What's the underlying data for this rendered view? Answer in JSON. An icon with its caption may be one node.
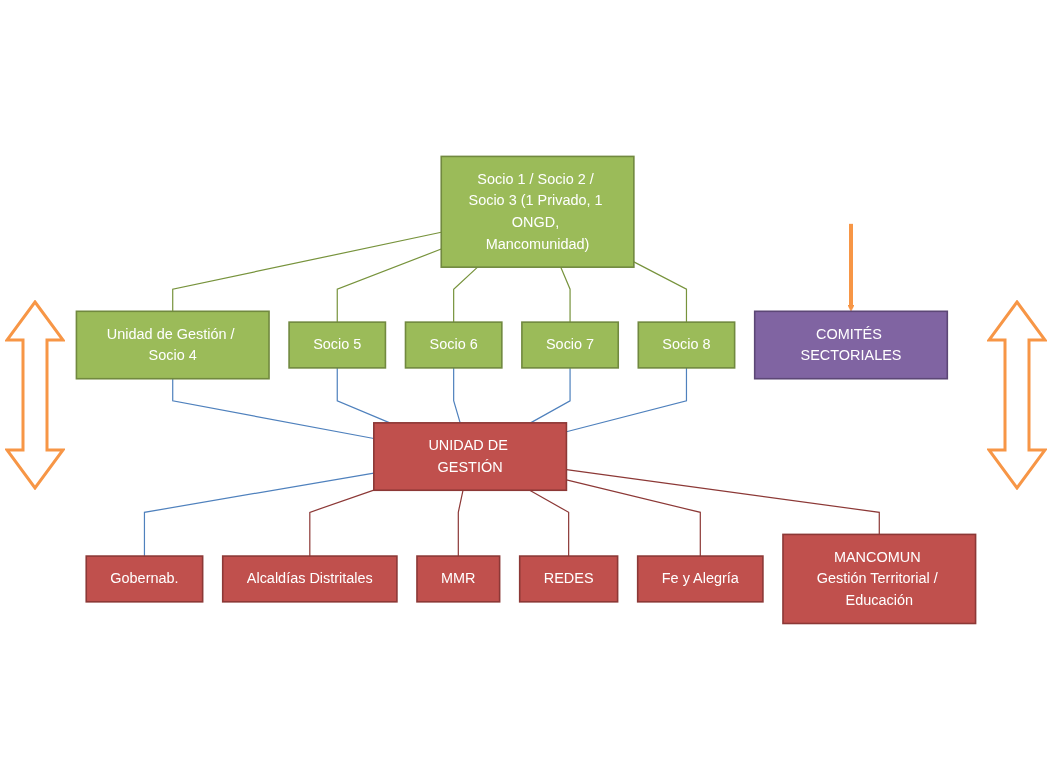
{
  "diagram": {
    "nodes": [
      {
        "text": [
          "Socio 1 / Socio 2 / Socio 3 (1 Privado, 1 ONGD, Mancomunidad)"
        ]
      },
      {
        "text": [
          "Unidad de Gestión / Socio 4"
        ]
      },
      {
        "text": [
          "Socio 5"
        ]
      },
      {
        "text": [
          "Socio 6"
        ]
      },
      {
        "text": [
          "Socio 7"
        ]
      },
      {
        "text": [
          "Socio 8"
        ]
      },
      {
        "text": [
          "UNIDAD DE GESTIÓN"
        ]
      },
      {
        "text": [
          "Gobernab."
        ]
      },
      {
        "text": [
          "Alcaldías Distritales"
        ]
      },
      {
        "text": [
          "MMR"
        ]
      },
      {
        "text": [
          "REDES"
        ]
      },
      {
        "text": [
          "Fe y Alegría"
        ]
      },
      {
        "text": [
          "MANCOMUN Gestión Territorial / Educación"
        ]
      },
      {
        "text": [
          "COMITÉS SECTORIALES"
        ]
      }
    ],
    "edges": [
      {
        "from": 0,
        "to": 1,
        "arrow": "none",
        "color": "#77933c"
      },
      {
        "from": 0,
        "to": 2,
        "arrow": "none",
        "color": "#77933c"
      },
      {
        "from": 0,
        "to": 3,
        "arrow": "none",
        "color": "#77933c"
      },
      {
        "from": 0,
        "to": 4,
        "arrow": "none",
        "color": "#77933c"
      },
      {
        "from": 0,
        "to": 5,
        "arrow": "none",
        "color": "#77933c"
      },
      {
        "from": 1,
        "to": 6,
        "arrow": "none",
        "color": "#4f81bd"
      },
      {
        "from": 2,
        "to": 6,
        "arrow": "none",
        "color": "#4f81bd"
      },
      {
        "from": 3,
        "to": 6,
        "arrow": "none",
        "color": "#4f81bd"
      },
      {
        "from": 4,
        "to": 6,
        "arrow": "none",
        "color": "#4f81bd"
      },
      {
        "from": 5,
        "to": 6,
        "arrow": "none",
        "color": "#4f81bd"
      },
      {
        "from": 6,
        "to": 7,
        "arrow": "none",
        "color": "#4f81bd"
      },
      {
        "from": 6,
        "to": 8,
        "arrow": "none",
        "color": "#8c3836"
      },
      {
        "from": 6,
        "to": 9,
        "arrow": "none",
        "color": "#8c3836"
      },
      {
        "from": 6,
        "to": 10,
        "arrow": "none",
        "color": "#8c3836"
      },
      {
        "from": 6,
        "to": 11,
        "arrow": "none",
        "color": "#8c3836"
      },
      {
        "from": 6,
        "to": 12,
        "arrow": "none",
        "color": "#8c3836"
      },
      {
        "from": null,
        "to": 13,
        "arrow": "to",
        "style": "thick",
        "color": "#f79646"
      }
    ]
  }
}
